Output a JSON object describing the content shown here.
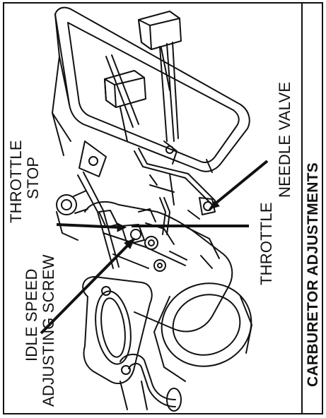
{
  "title": "CARBURETOR ADJUSTMENTS",
  "labels": {
    "idle_speed_line1": "IDLE SPEED",
    "idle_speed_line2": "ADJUSTING SCREW",
    "throttle_stop_line1": "THROTTLE",
    "throttle_stop_line2": "STOP",
    "throttle": "THROTTLE",
    "needle_valve": "NEEDLE VALVE"
  }
}
